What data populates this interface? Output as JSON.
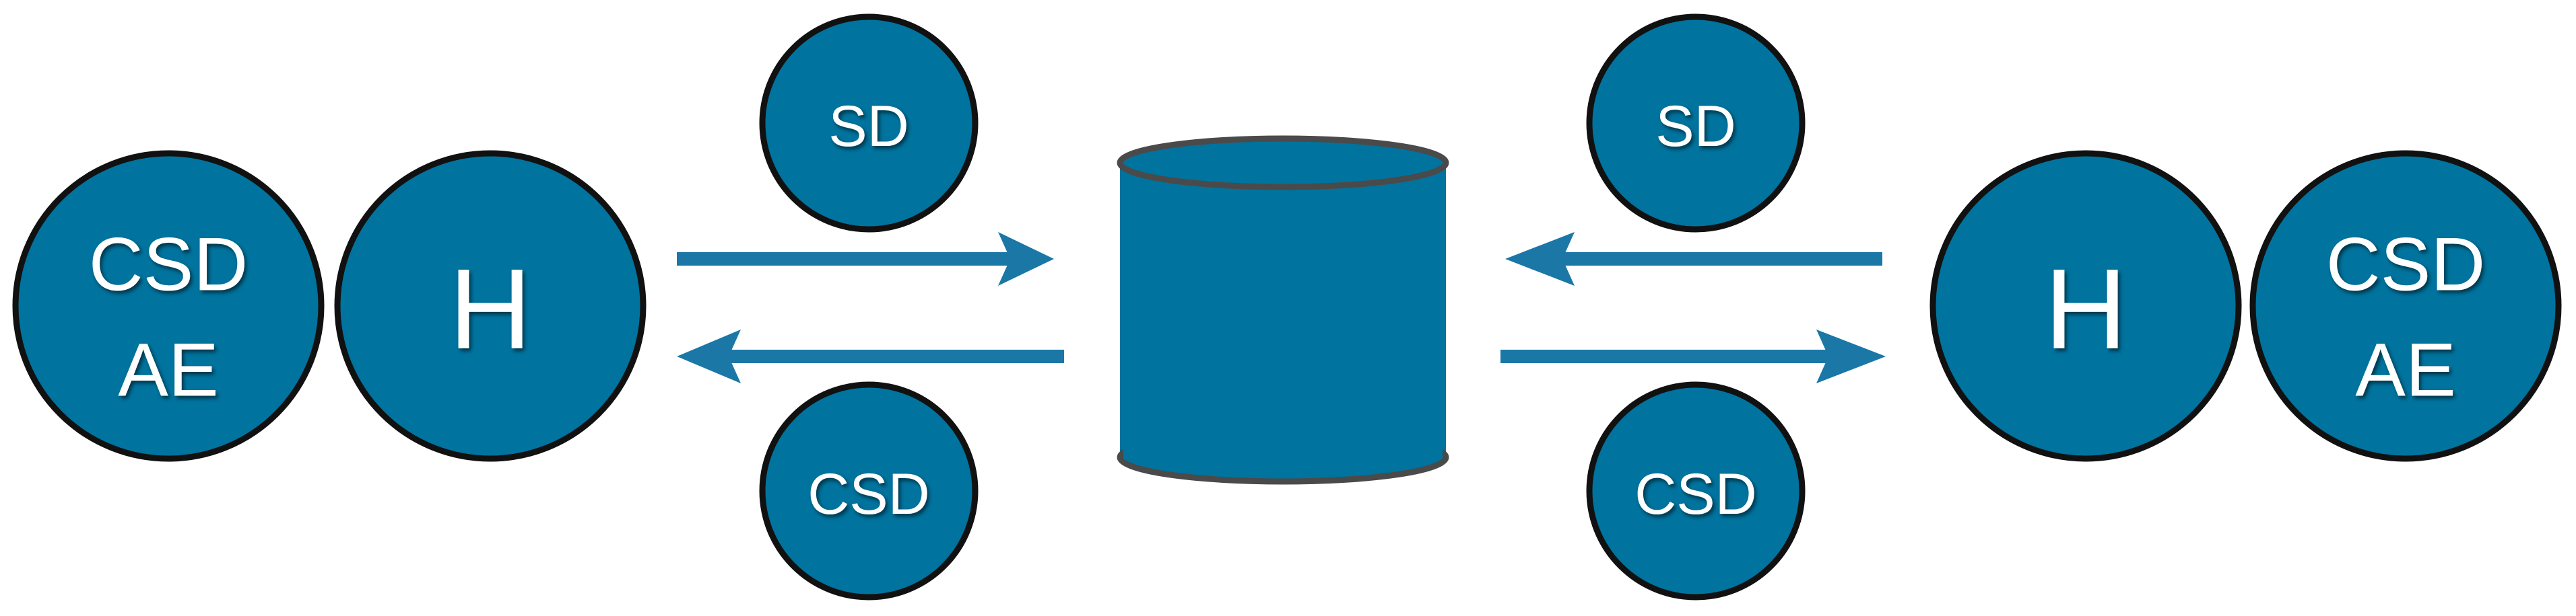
{
  "colors": {
    "node_fill": "#00739E",
    "node_stroke": "#111111",
    "arrow": "#1A77A6",
    "database_fill": "#00739E",
    "database_rim": "#4A4A4A",
    "text": "#FFFFFF"
  },
  "left": {
    "outer_node": {
      "line1": "CSD",
      "line2": "AE"
    },
    "inner_node": {
      "label": "H"
    },
    "top_message": {
      "label": "SD"
    },
    "bottom_message": {
      "label": "CSD"
    }
  },
  "right": {
    "inner_node": {
      "label": "H"
    },
    "outer_node": {
      "line1": "CSD",
      "line2": "AE"
    },
    "top_message": {
      "label": "SD"
    },
    "bottom_message": {
      "label": "CSD"
    }
  },
  "center": {
    "shape": "database-cylinder"
  }
}
